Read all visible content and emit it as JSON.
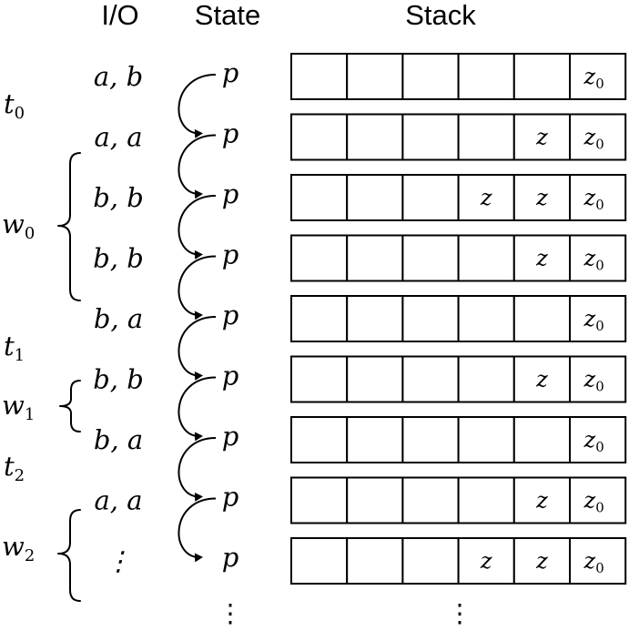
{
  "headers": {
    "io": "I/O",
    "state": "State",
    "stack": "Stack"
  },
  "labels": [
    {
      "name": "t",
      "sub": "0"
    },
    {
      "name": "w",
      "sub": "0"
    },
    {
      "name": "t",
      "sub": "1"
    },
    {
      "name": "w",
      "sub": "1"
    },
    {
      "name": "t",
      "sub": "2"
    },
    {
      "name": "w",
      "sub": "2"
    }
  ],
  "io": [
    "a, b",
    "a, a",
    "b, b",
    "b, b",
    "b, a",
    "b, b",
    "b, a",
    "a, a",
    "⋮"
  ],
  "state": [
    "p",
    "p",
    "p",
    "p",
    "p",
    "p",
    "p",
    "p",
    "p"
  ],
  "stack_rows": [
    [
      "",
      "",
      "",
      "",
      "",
      "z0"
    ],
    [
      "",
      "",
      "",
      "",
      "z",
      "z0"
    ],
    [
      "",
      "",
      "",
      "z",
      "z",
      "z0"
    ],
    [
      "",
      "",
      "",
      "",
      "z",
      "z0"
    ],
    [
      "",
      "",
      "",
      "",
      "",
      "z0"
    ],
    [
      "",
      "",
      "",
      "",
      "z",
      "z0"
    ],
    [
      "",
      "",
      "",
      "",
      "",
      "z0"
    ],
    [
      "",
      "",
      "",
      "",
      "z",
      "z0"
    ],
    [
      "",
      "",
      "",
      "z",
      "z",
      "z0"
    ]
  ],
  "continuation": "⋮"
}
